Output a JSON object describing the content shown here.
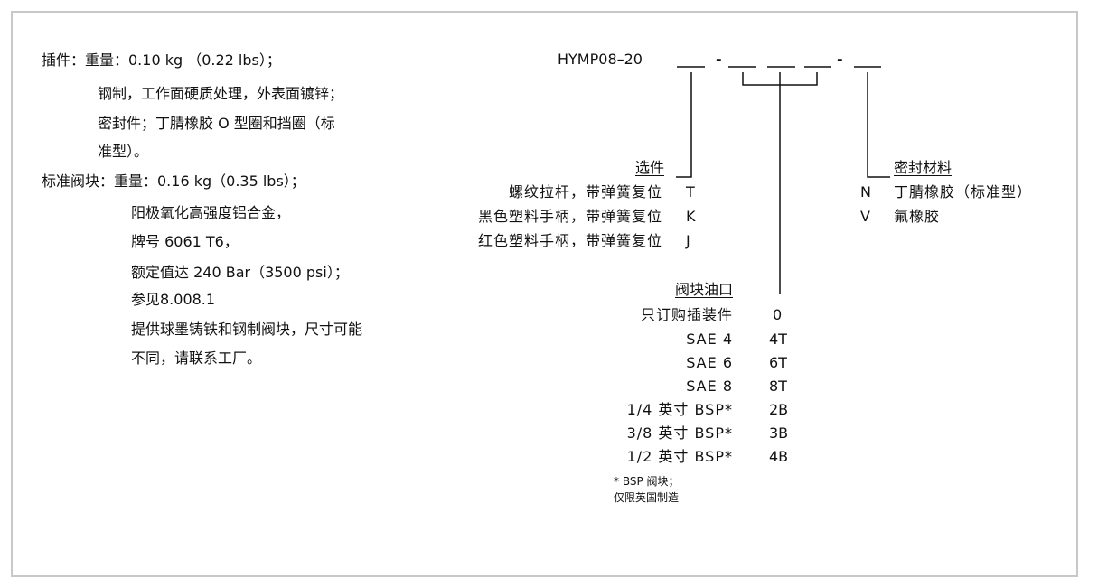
{
  "spec": {
    "insert_line1": "插件：重量：0.10 kg （0.22 lbs）；",
    "insert_line2": "钢制，工作面硬质处理，外表面镀锌；",
    "insert_line3": "密封件；丁腈橡胶 O 型圈和挡圈（标",
    "insert_line4": "准型）。",
    "block_line1": "标准阀块：重量：0.16 kg（0.35 lbs）；",
    "block_line2": "阳极氧化高强度铝合金，",
    "block_line3": "牌号 6061 T6，",
    "block_line4": "额定值达 240 Bar（3500 psi）；",
    "block_line5": "参见8.008.1",
    "block_line6": "提供球墨铸铁和钢制阀块，尺寸可能",
    "block_line7": "不同，请联系工厂。"
  },
  "model": {
    "code": "HYMP08–20",
    "dash1": "-",
    "dash2": "-"
  },
  "options": {
    "header": "选件",
    "items": [
      {
        "label": "螺纹拉杆，带弹簧复位",
        "code": "T"
      },
      {
        "label": "黑色塑料手柄，带弹簧复位",
        "code": "K"
      },
      {
        "label": "红色塑料手柄，带弹簧复位",
        "code": "J"
      }
    ]
  },
  "seal": {
    "header": "密封材料",
    "items": [
      {
        "code": "N",
        "label": "丁腈橡胶（标准型）"
      },
      {
        "code": "V",
        "label": "氟橡胶"
      }
    ]
  },
  "ports": {
    "header": "阀块油口",
    "items": [
      {
        "label": "只订购插装件",
        "code": "0"
      },
      {
        "label": "SAE 4",
        "code": "4T"
      },
      {
        "label": "SAE 6",
        "code": "6T"
      },
      {
        "label": "SAE 8",
        "code": "8T"
      },
      {
        "label": "1/4 英寸 BSP*",
        "code": "2B"
      },
      {
        "label": "3/8 英寸 BSP*",
        "code": "3B"
      },
      {
        "label": "1/2 英寸 BSP*",
        "code": "4B"
      }
    ],
    "note_line1": "* BSP 阀块；",
    "note_line2": "仅限英国制造"
  }
}
